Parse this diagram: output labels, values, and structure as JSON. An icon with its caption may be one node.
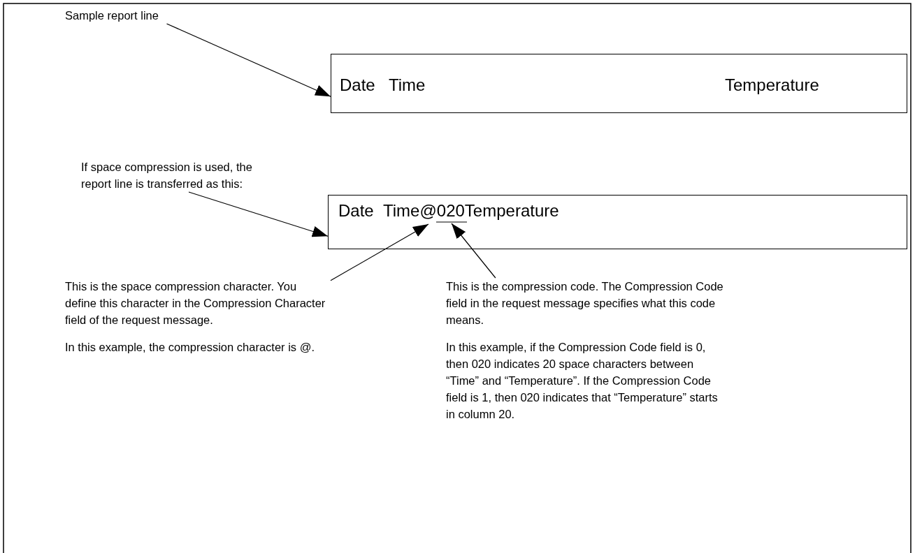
{
  "diagram": {
    "nodes": [
      {
        "text": [
          "Sample report line"
        ]
      },
      {
        "text": [
          "Date",
          "Time",
          "Temperature"
        ]
      },
      {
        "text": [
          "If space compression is used, the report line is transferred as this:"
        ]
      },
      {
        "text": [
          "Date",
          "Time@020Temperature"
        ]
      },
      {
        "text": [
          "This is the space compression character. You define this character in the Compression Character field of the request message.",
          "In this example, the compression character is @."
        ]
      },
      {
        "text": [
          "This is the compression code. The Compression Code field in the request message specifies what this code means.",
          "In this example, if the Compression Code field is 0, then 020 indicates 20 space characters between “Time” and “Temperature”. If the Compression Code field is 1, then 020 indicates that “Temperature” starts in column 20."
        ]
      }
    ],
    "edges": [
      {
        "from": 0,
        "to": 1,
        "arrow": "to"
      },
      {
        "from": 2,
        "to": 3,
        "arrow": "to"
      },
      {
        "from": 4,
        "to": 3,
        "arrow": "to"
      },
      {
        "from": 5,
        "to": 3,
        "arrow": "to"
      }
    ]
  }
}
